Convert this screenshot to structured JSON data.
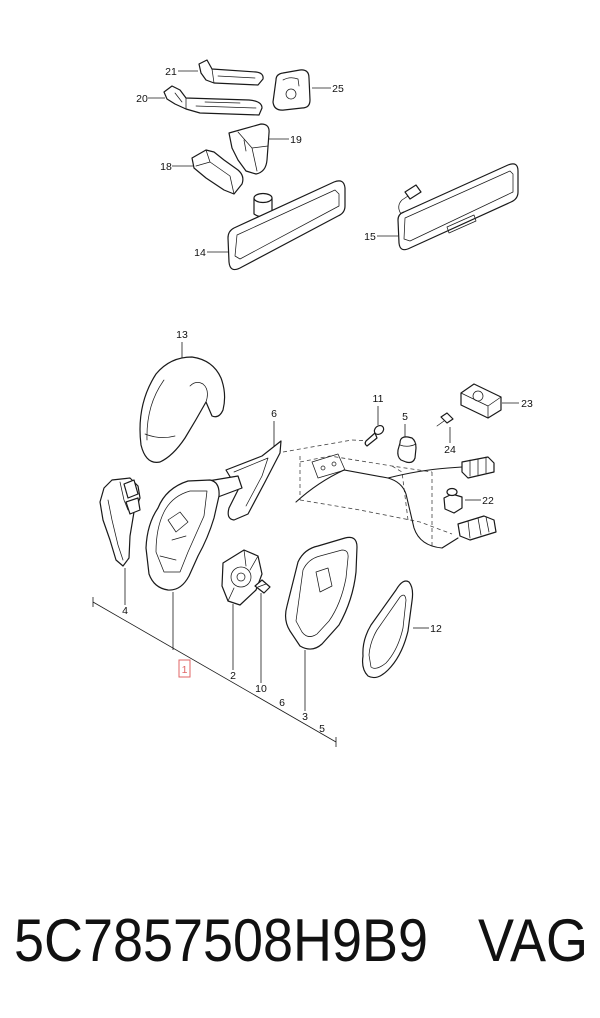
{
  "diagram": {
    "callouts": [
      {
        "label": "21"
      },
      {
        "label": "25"
      },
      {
        "label": "20"
      },
      {
        "label": "19"
      },
      {
        "label": "18"
      },
      {
        "label": "14"
      },
      {
        "label": "15"
      },
      {
        "label": "13"
      },
      {
        "label": "11"
      },
      {
        "label": "5"
      },
      {
        "label": "23"
      },
      {
        "label": "6"
      },
      {
        "label": "24"
      },
      {
        "label": "22"
      },
      {
        "label": "4"
      },
      {
        "label": "1",
        "highlighted": true
      },
      {
        "label": "2"
      },
      {
        "label": "10"
      },
      {
        "label": "6"
      },
      {
        "label": "3"
      },
      {
        "label": "5"
      },
      {
        "label": "12"
      }
    ],
    "colors": {
      "line": "#1a1a1a",
      "highlight": "#e06666",
      "background": "#ffffff"
    }
  },
  "footer": {
    "part_number": "5C7857508H9B9",
    "brand": "VAG"
  }
}
